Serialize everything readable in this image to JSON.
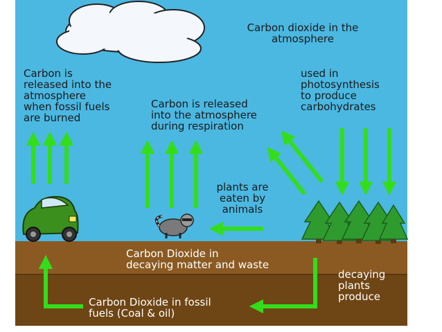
{
  "labels": {
    "atmosphere": "Carbon dioxide in the\natmosphere",
    "fossil_release": "Carbon is\nreleased into the\natmosphere\nwhen fossil fuels\nare burned",
    "respiration": "Carbon is released\ninto the atmosphere\nduring respiration",
    "photosynthesis": "used in\nphotosynthesis\nto produce\ncarbohydrates",
    "plants_eaten": "plants are\neaten by\nanimals",
    "decaying_matter": "Carbon Dioxide in\ndecaying matter and waste",
    "fossil_fuels": "Carbon Dioxide in fossil\nfuels (Coal & oil)",
    "decaying_plants": "decaying\nplants\nproduce"
  },
  "colors": {
    "sky": "#4bb8e2",
    "soil_top": "#8a5a22",
    "soil_bottom": "#6e4514",
    "arrow": "#33dd1a",
    "tree": "#2f9b2f",
    "car": "#3a8f1d",
    "cloud": "#f4f7fb"
  },
  "icons": {
    "cloud": "cloud-icon",
    "car": "car-icon",
    "raccoon": "raccoon-icon",
    "trees": "pine-trees-icon"
  }
}
